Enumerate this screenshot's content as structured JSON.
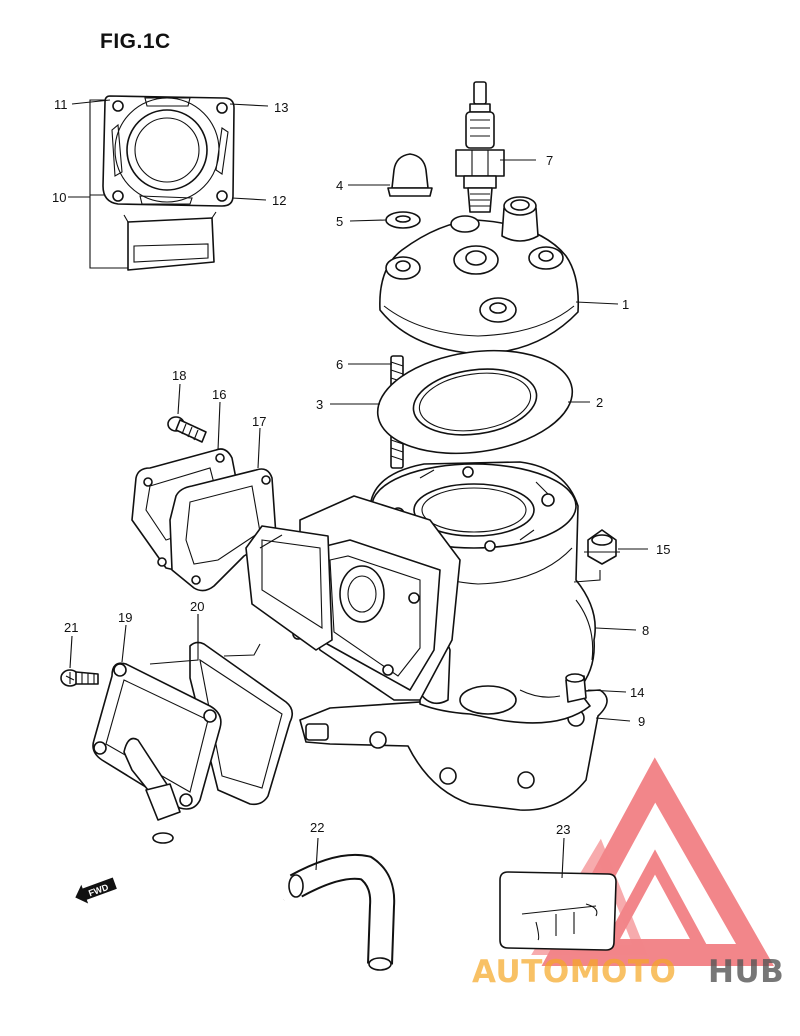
{
  "figure": {
    "title": "FIG.1C"
  },
  "callouts": [
    {
      "id": "c1",
      "label": "1"
    },
    {
      "id": "c2",
      "label": "2"
    },
    {
      "id": "c3",
      "label": "3"
    },
    {
      "id": "c4",
      "label": "4"
    },
    {
      "id": "c5",
      "label": "5"
    },
    {
      "id": "c6",
      "label": "6"
    },
    {
      "id": "c7",
      "label": "7"
    },
    {
      "id": "c8",
      "label": "8"
    },
    {
      "id": "c9",
      "label": "9"
    },
    {
      "id": "c10",
      "label": "10"
    },
    {
      "id": "c11",
      "label": "11"
    },
    {
      "id": "c12",
      "label": "12"
    },
    {
      "id": "c13",
      "label": "13"
    },
    {
      "id": "c14",
      "label": "14"
    },
    {
      "id": "c15",
      "label": "15"
    },
    {
      "id": "c16",
      "label": "16"
    },
    {
      "id": "c17",
      "label": "17"
    },
    {
      "id": "c18",
      "label": "18"
    },
    {
      "id": "c19",
      "label": "19"
    },
    {
      "id": "c20",
      "label": "20"
    },
    {
      "id": "c21",
      "label": "21"
    },
    {
      "id": "c22",
      "label": "22"
    },
    {
      "id": "c23",
      "label": "23"
    }
  ],
  "direction_marker": {
    "label": "FWD",
    "icon": "fwd-arrow-icon"
  },
  "watermark": {
    "brand_part1": "AUTOMOTO",
    "brand_part2": "HUB",
    "color_part1": "#f5a623",
    "color_part2": "#555555",
    "logo_color": "#e8242b",
    "icon": "triangle-logo-icon"
  }
}
